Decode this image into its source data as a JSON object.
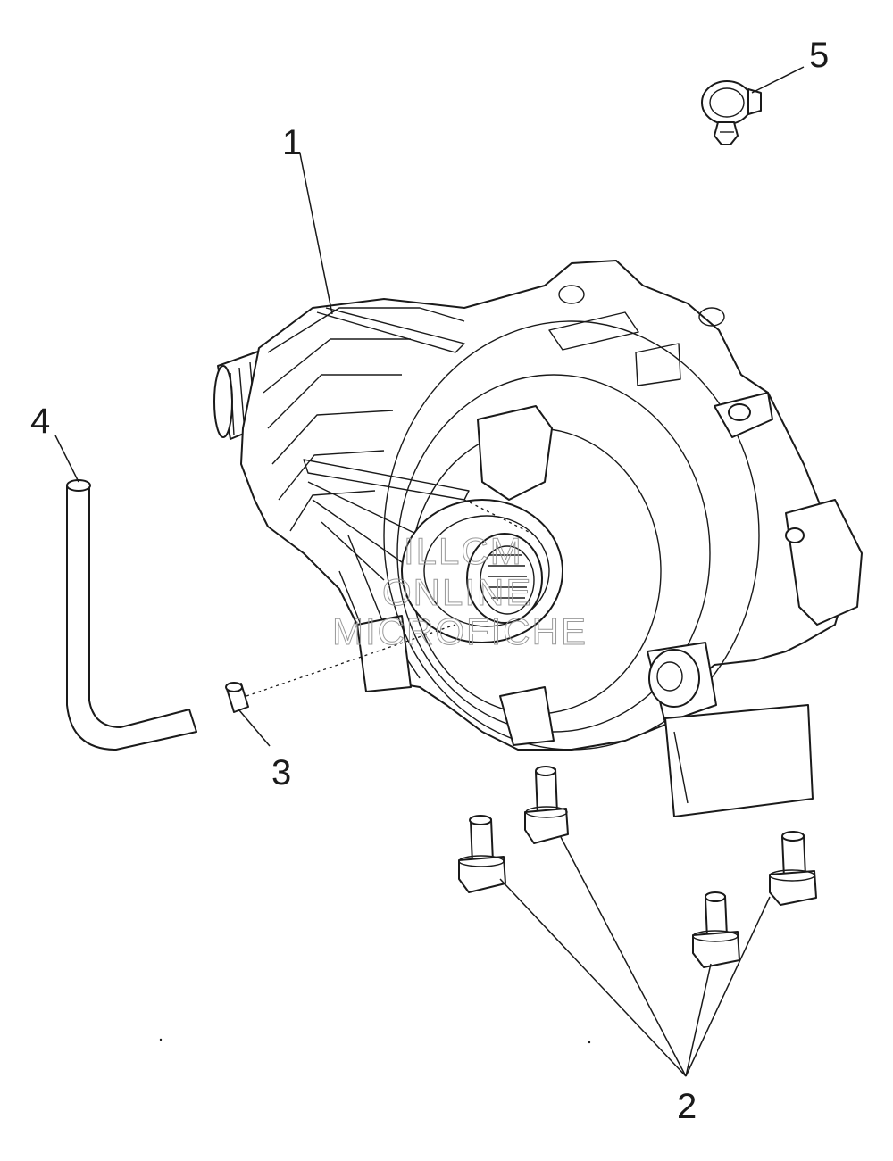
{
  "callouts": {
    "part_1": "1",
    "part_2": "2",
    "part_3": "3",
    "part_4": "4",
    "part_5": "5"
  },
  "watermark": {
    "line1": "ILLCM",
    "line2": "ONLINE",
    "line3": "MICROFICHE"
  },
  "colors": {
    "line": "#1a1a1a",
    "background": "#ffffff",
    "watermark": "#9a9a9a"
  }
}
